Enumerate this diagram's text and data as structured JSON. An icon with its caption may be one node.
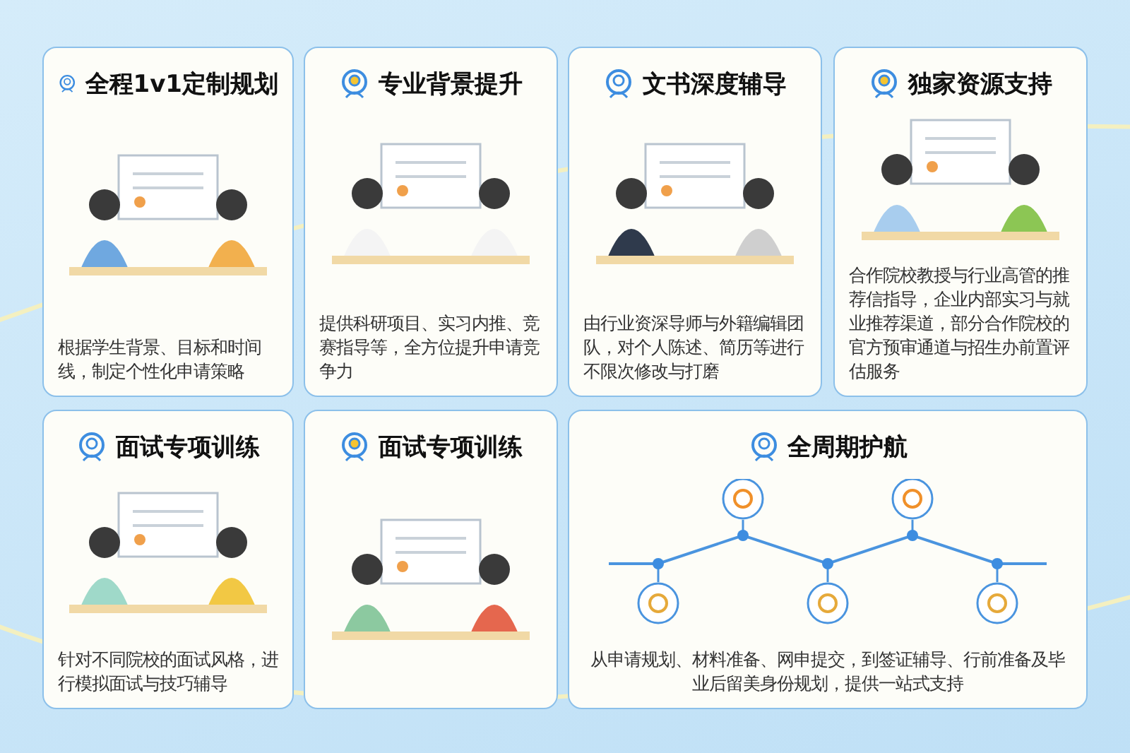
{
  "diagram": {
    "nodes": [
      {
        "text": [
          "全程1v1定制规划",
          "根据学生背景、目标和时间线，制定个性化申请策略"
        ]
      },
      {
        "text": [
          "专业背景提升",
          "提供科研项目、实习内推、竞赛指导等，全方位提升申请竞争力"
        ]
      },
      {
        "text": [
          "文书深度辅导",
          "由行业资深导师与外籍编辑团队，对个人陈述、简历等进行不限次修改与打磨"
        ]
      },
      {
        "text": [
          "独家资源支持",
          "合作院校教授与行业高管的推荐信指导，企业内部实习与就业推荐渠道，部分合作院校的官方预审通道与招生办前置评估服务"
        ]
      },
      {
        "text": [
          "面试专项训练",
          "针对不同院校的面试风格，进行模拟面试与技巧辅导"
        ]
      },
      {
        "text": [
          "面试专项训练"
        ]
      },
      {
        "text": [
          "全周期护航",
          "从申请规划、材料准备、网申提交，到签证辅导、行前准备及毕业后留美身份规划，提供一站式支持"
        ]
      }
    ],
    "edges": []
  }
}
